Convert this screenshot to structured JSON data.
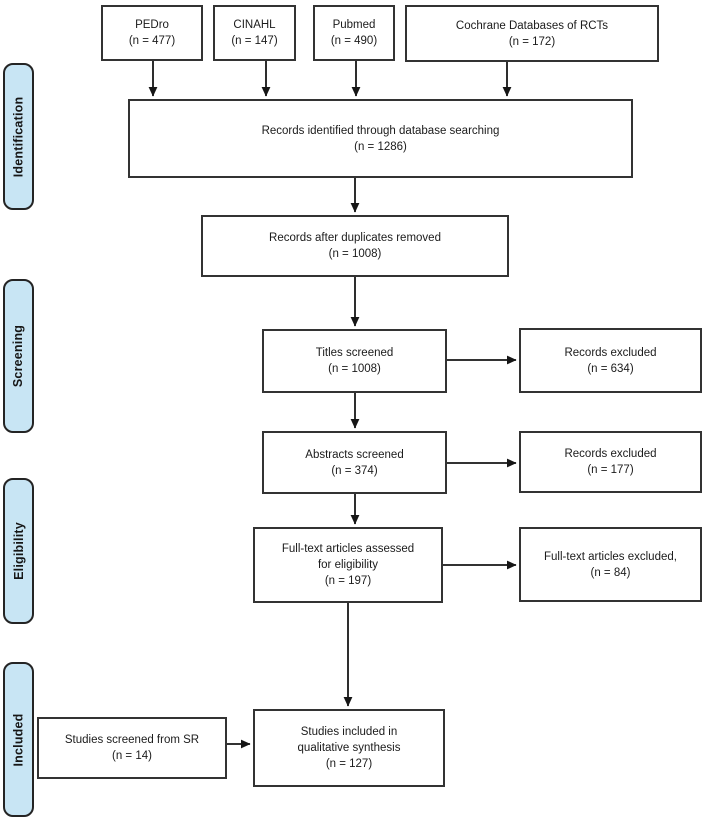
{
  "diagram": {
    "type": "prisma-flow",
    "description": "Flow diagram of study selection through identification, screening, eligibility and inclusion stages",
    "edges": [
      {
        "from": "pedro",
        "to": "identified"
      },
      {
        "from": "cinahl",
        "to": "identified"
      },
      {
        "from": "pubmed",
        "to": "identified"
      },
      {
        "from": "cochrane",
        "to": "identified"
      },
      {
        "from": "identified",
        "to": "deduplicated"
      },
      {
        "from": "deduplicated",
        "to": "titles_screened"
      },
      {
        "from": "titles_screened",
        "to": "titles_excluded"
      },
      {
        "from": "titles_screened",
        "to": "abstracts_screened"
      },
      {
        "from": "abstracts_screened",
        "to": "abstracts_excluded"
      },
      {
        "from": "abstracts_screened",
        "to": "fulltext_assessed"
      },
      {
        "from": "fulltext_assessed",
        "to": "fulltext_excluded"
      },
      {
        "from": "fulltext_assessed",
        "to": "included_synthesis"
      },
      {
        "from": "sr_screened",
        "to": "included_synthesis"
      }
    ]
  },
  "sidebar": {
    "items": [
      {
        "label": "Identification"
      },
      {
        "label": "Screening"
      },
      {
        "label": "Eligibility"
      },
      {
        "label": "Included"
      }
    ]
  },
  "boxes": {
    "pedro": {
      "lines": [
        "PEDro",
        "(n = 477)"
      ],
      "count": 477
    },
    "cinahl": {
      "lines": [
        "CINAHL",
        "(n = 147)"
      ],
      "count": 147
    },
    "pubmed": {
      "lines": [
        "Pubmed",
        "(n = 490)"
      ],
      "count": 490
    },
    "cochrane": {
      "lines": [
        "Cochrane Databases of RCTs",
        "(n = 172)"
      ],
      "count": 172
    },
    "identified": {
      "lines": [
        "Records identified through database searching",
        "(n = 1286)"
      ],
      "count": 1286
    },
    "deduplicated": {
      "lines": [
        "Records after duplicates removed",
        "(n = 1008)"
      ],
      "count": 1008
    },
    "titles_screened": {
      "lines": [
        "Titles screened",
        "(n = 1008)"
      ],
      "count": 1008
    },
    "titles_excluded": {
      "lines": [
        "Records excluded",
        "(n = 634)"
      ],
      "count": 634
    },
    "abstracts_screened": {
      "lines": [
        "Abstracts screened",
        "(n = 374)"
      ],
      "count": 374
    },
    "abstracts_excluded": {
      "lines": [
        "Records excluded",
        "(n = 177)"
      ],
      "count": 177
    },
    "fulltext_assessed": {
      "lines": [
        "Full-text articles assessed",
        "for eligibility",
        "(n = 197)"
      ],
      "count": 197
    },
    "fulltext_excluded": {
      "lines": [
        "Full-text articles excluded,",
        "(n = 84)"
      ],
      "count": 84
    },
    "sr_screened": {
      "lines": [
        "Studies screened from SR",
        "(n = 14)"
      ],
      "count": 14
    },
    "included_synthesis": {
      "lines": [
        "Studies included in",
        "qualitative synthesis",
        "(n = 127)"
      ],
      "count": 127
    }
  },
  "colors": {
    "stage_fill": "#c8e5f4",
    "box_border": "#333333",
    "arrow": "#161616",
    "text": "#1b1b1b"
  }
}
